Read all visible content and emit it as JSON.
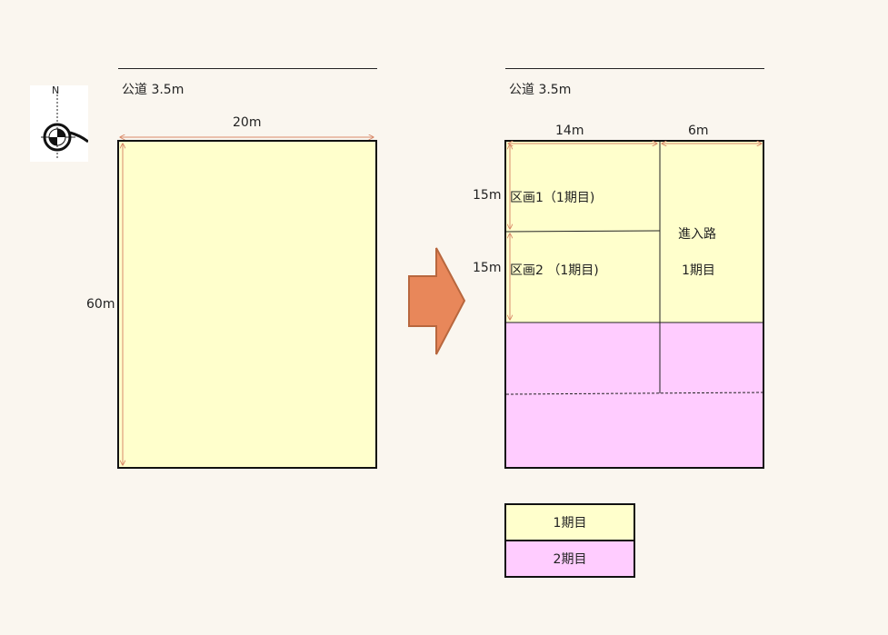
{
  "left_site": {
    "road_label": "公道  3.5m",
    "width_label": "20m",
    "depth_label": "60m"
  },
  "right_site": {
    "road_label": "公道  3.5m",
    "width_label_a": "14m",
    "width_label_b": "6m",
    "lot1_depth": "15m",
    "lot2_depth": "15m",
    "lot1_label": "区画1（1期目)",
    "lot2_label": "区画2  （1期目)",
    "access_road_label": "進入路",
    "access_road_phase": "1期目"
  },
  "compass": {
    "north_label": "N"
  },
  "legend": {
    "items": [
      {
        "label": "1期目",
        "color": "#ffffcc"
      },
      {
        "label": "2期目",
        "color": "#ffccff"
      }
    ]
  },
  "colors": {
    "phase1": "#ffffcc",
    "phase2": "#ffccff",
    "arrow": "#e8875a",
    "dimension": "#d98a6a"
  }
}
